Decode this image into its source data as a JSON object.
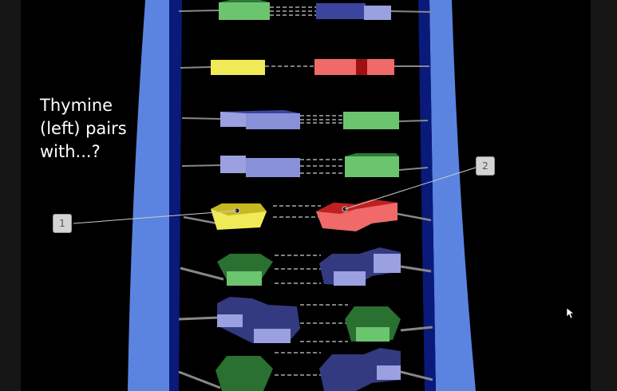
{
  "slide": {
    "question": "Thymine\n(left) pairs\nwith...?",
    "callouts": [
      {
        "label": "1",
        "target": "thymine-left"
      },
      {
        "label": "2",
        "target": "adenine-right"
      }
    ]
  },
  "diagram": {
    "subject": "DNA double helix base pairs",
    "colors": {
      "backbone": "#5b84e0",
      "backbone_dark": "#0a1a7a",
      "thymine": "#e8e040",
      "adenine": "#e04848",
      "guanine": "#3f9a48",
      "cytosine": "#6c74c8",
      "background": "#000000",
      "border": "#161616"
    },
    "rows": [
      {
        "left": "guanine",
        "right": "cytosine"
      },
      {
        "left": "thymine",
        "right": "adenine"
      },
      {
        "left": "cytosine",
        "right": "guanine"
      },
      {
        "left": "cytosine",
        "right": "guanine"
      },
      {
        "left": "thymine",
        "right": "adenine"
      },
      {
        "left": "guanine",
        "right": "cytosine"
      },
      {
        "left": "cytosine",
        "right": "guanine"
      },
      {
        "left": "guanine",
        "right": "cytosine"
      }
    ]
  }
}
